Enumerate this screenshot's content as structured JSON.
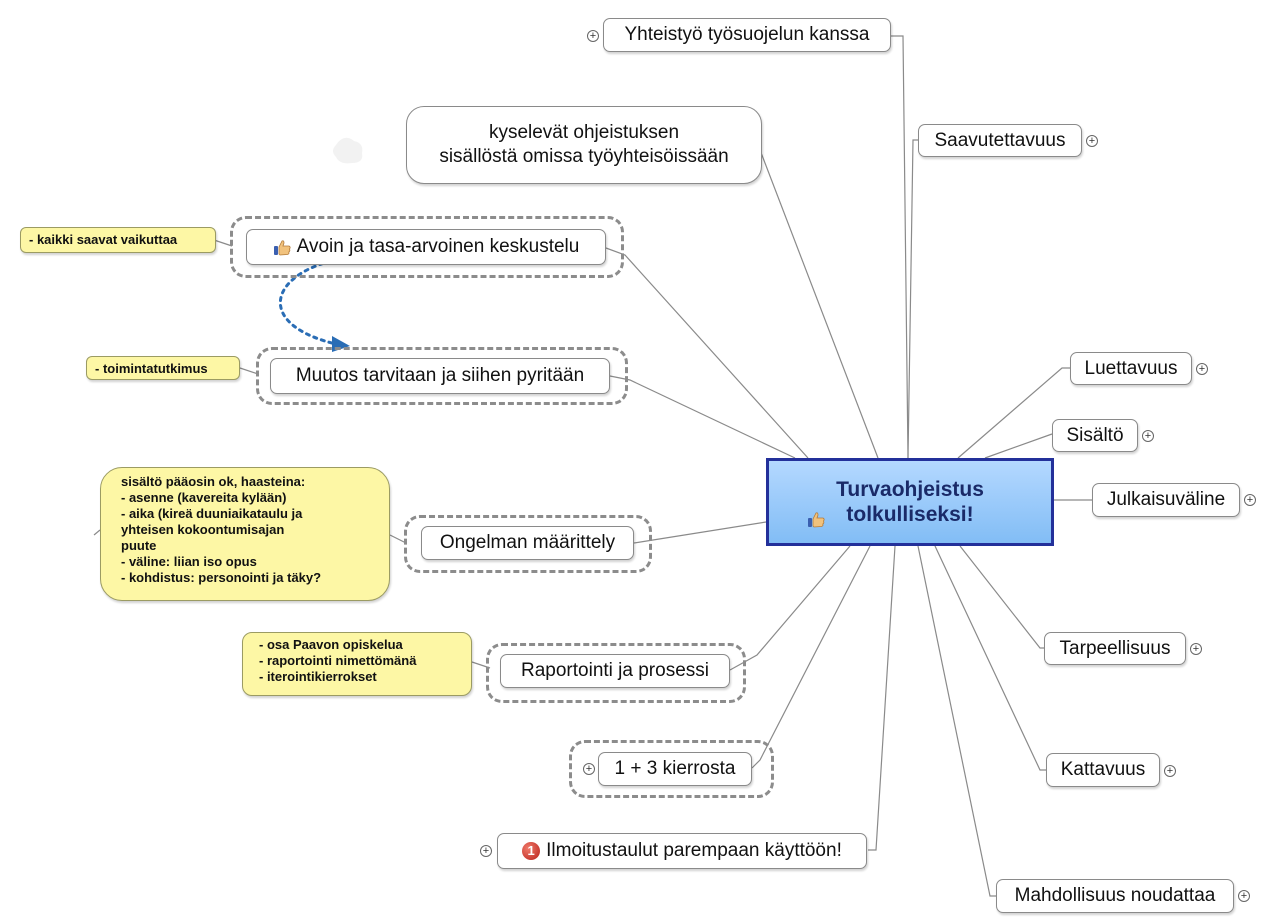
{
  "central": {
    "title_line1": "Turvaohjeistus",
    "title_line2": "tolkulliseksi!",
    "icon": "thumbs-up-icon"
  },
  "left_topics": {
    "kyselevat": {
      "line1": "kyselevät ohjeistuksen",
      "line2": "sisällöstä omissa työyhteisöissään"
    },
    "avoin": {
      "label": "Avoin ja tasa-arvoinen keskustelu",
      "icon": "thumbs-up-icon",
      "note": "- kaikki saavat vaikuttaa"
    },
    "muutos": {
      "label": "Muutos tarvitaan ja siihen pyritään",
      "note": "- toimintatutkimus"
    },
    "ongelma": {
      "label": "Ongelman määrittely",
      "note_lines": [
        "sisältö pääosin ok, haasteina:",
        "- asenne (kavereita kylään)",
        "- aika (kireä duuniaikataulu ja",
        "yhteisen kokoontumisajan",
        "puute",
        "- väline: liian iso opus",
        "- kohdistus: personointi ja täky?"
      ]
    },
    "raportointi": {
      "label": "Raportointi ja prosessi",
      "note_lines": [
        "- osa Paavon opiskelua",
        "- raportointi nimettömänä",
        "- iterointikierrokset"
      ]
    },
    "kierrosta": {
      "label": "1 + 3 kierrosta"
    },
    "ilmoitustaulut": {
      "label": "Ilmoitustaulut parempaan käyttöön!",
      "badge": "1"
    },
    "yhteistyo": {
      "label": "Yhteistyö työsuojelun kanssa"
    }
  },
  "right_topics": {
    "saavutettavuus": "Saavutettavuus",
    "luettavuus": "Luettavuus",
    "sisalto": "Sisältö",
    "julkaisuvaline": "Julkaisuväline",
    "tarpeellisuus": "Tarpeellisuus",
    "kattavuus": "Kattavuus",
    "mahdollisuus": "Mahdollisuus noudattaa"
  },
  "expand_symbol": "+",
  "colors": {
    "central_border": "#23309a",
    "central_fill": "#9ccbfb",
    "note_fill": "#fdf7a5",
    "relationship_arrow": "#2a6db5",
    "connector": "#8a8a8a"
  }
}
